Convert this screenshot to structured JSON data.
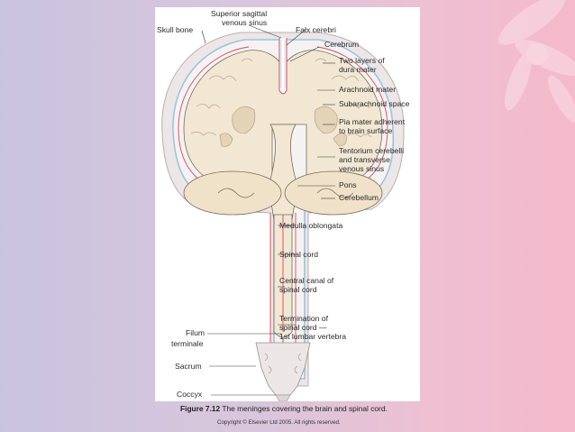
{
  "labels": {
    "superior_sagittal_1": "Superior sagittal",
    "superior_sagittal_2": "venous sinus",
    "skull_bone": "Skull bone",
    "falx_cerebri": "Falx cerebri",
    "cerebrum": "Cerebrum",
    "two_layers_1": "Two layers of",
    "two_layers_2": "dura mater",
    "arachnoid": "Arachnoid mater",
    "subarachnoid": "Subarachnoid space",
    "pia_1": "Pia mater adherent",
    "pia_2": "to brain surface",
    "tentorium_1": "Tentorium cerebelli",
    "tentorium_2": "and transverse",
    "tentorium_3": "venous sinus",
    "pons": "Pons",
    "cerebellum": "Cerebellum",
    "medulla": "Medulla oblongata",
    "spinal_cord": "Spinal cord",
    "central_canal_1": "Central canal of",
    "central_canal_2": "spinal cord",
    "termination_1": "Termination of",
    "termination_2": "spinal cord —",
    "termination_3": "1st lumbar vertebra",
    "filum_1": "Filum",
    "filum_2": "terminale",
    "sacrum": "Sacrum",
    "coccyx": "Coccyx"
  },
  "caption": {
    "number": "Figure 7.12",
    "text": " The meninges covering the brain and spinal cord."
  },
  "copyright": "Copyright © Elsevier Ltd 2005. All rights reserved.",
  "colors": {
    "brain": "#f1e7d3",
    "bone": "#ede8e6",
    "dura_blue": "#9fc3de",
    "pia_red": "#d8475c",
    "outline": "#7a6a5a"
  }
}
